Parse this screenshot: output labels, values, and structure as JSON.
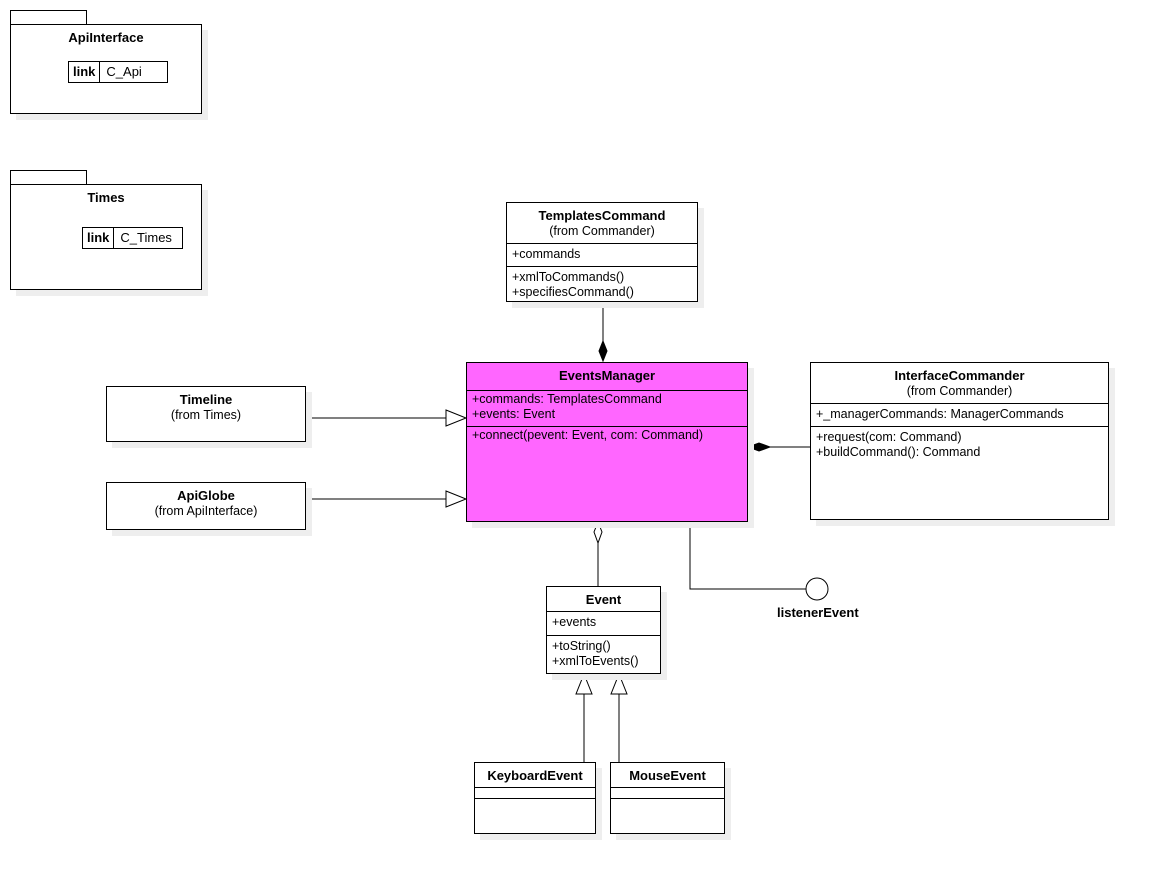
{
  "packages": {
    "api_interface": {
      "name": "ApiInterface",
      "link_keyword": "link",
      "link_value": "C_Api"
    },
    "times": {
      "name": "Times",
      "link_keyword": "link",
      "link_value": "C_Times"
    }
  },
  "classes": {
    "templates_command": {
      "name": "TemplatesCommand",
      "from": "(from Commander)",
      "attributes": [
        "+commands"
      ],
      "operations": [
        "+xmlToCommands()",
        "+specifiesCommand()"
      ]
    },
    "events_manager": {
      "name": "EventsManager",
      "attributes": [
        "+commands: TemplatesCommand",
        "+events: Event"
      ],
      "operations": [
        "+connect(pevent: Event, com: Command)"
      ]
    },
    "interface_commander": {
      "name": "InterfaceCommander",
      "from": "(from Commander)",
      "attributes": [
        "+_managerCommands: ManagerCommands"
      ],
      "operations": [
        "+request(com: Command)",
        "+buildCommand(): Command"
      ]
    },
    "timeline": {
      "name": "Timeline",
      "from": "(from Times)"
    },
    "api_globe": {
      "name": "ApiGlobe",
      "from": "(from ApiInterface)"
    },
    "event": {
      "name": "Event",
      "attributes": [
        "+events"
      ],
      "operations": [
        "+toString()",
        "+xmlToEvents()"
      ]
    },
    "keyboard_event": {
      "name": "KeyboardEvent"
    },
    "mouse_event": {
      "name": "MouseEvent"
    }
  },
  "interface": {
    "name": "listenerEvent"
  },
  "colors": {
    "highlight": "#ff66ff",
    "shadow": "#eeeeee",
    "line": "#000000"
  }
}
